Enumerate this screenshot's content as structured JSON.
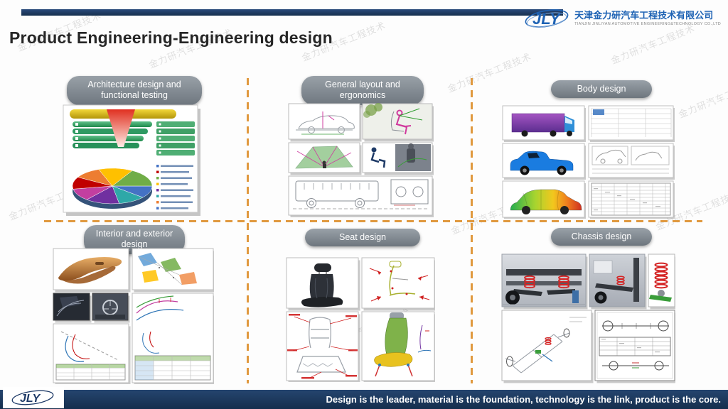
{
  "watermark": "金力研汽车工程技术",
  "header": {
    "title": "Product Engineering-Engineering design",
    "logo": {
      "brand": "JLY",
      "company_cn": "天津金力研汽车工程技术有限公司",
      "company_en": "TIANJIN JINLIYAN AUTOMOTIVE ENGINEERING&TECHNOLOGY CO.,LTD"
    }
  },
  "sections": [
    {
      "label": "Architecture design and functional testing"
    },
    {
      "label": "General layout and ergonomics"
    },
    {
      "label": "Body design"
    },
    {
      "label": "Interior and exterior design"
    },
    {
      "label": "Seat design"
    },
    {
      "label": "Chassis design"
    }
  ],
  "footer": {
    "logo_brand": "JLY",
    "tagline": "Design is the leader, material is the foundation, technology is the link, product is the core."
  },
  "colors": {
    "bar_navy": "#1e3a67",
    "divider_orange": "#e0993f",
    "pill_gray": "#7d858d",
    "logo_blue": "#1d62b4"
  }
}
